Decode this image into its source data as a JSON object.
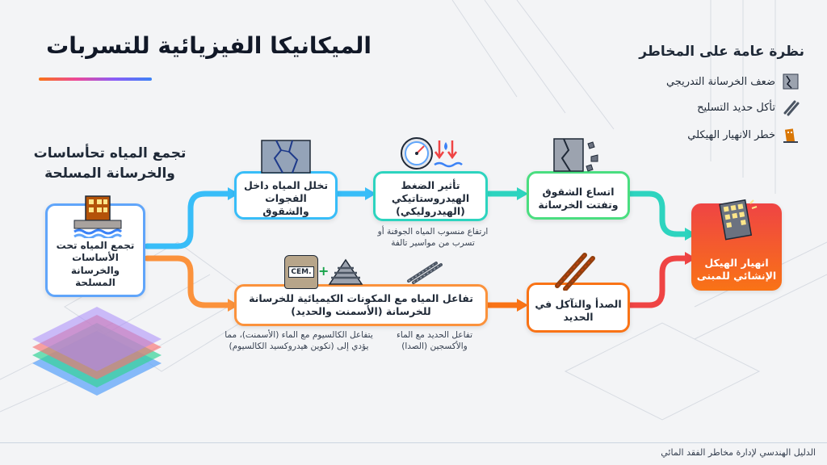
{
  "title": "الميكانيكا الفيزيائية للتسربات",
  "legend": {
    "heading": "نظرة عامة على المخاطر",
    "items": [
      {
        "label": "ضعف الخرسانة التدريجي",
        "icon": "cracked-wall-icon"
      },
      {
        "label": "تأكل حديد التسليح",
        "icon": "rebar-icon"
      },
      {
        "label": "خطر الانهيار الهيكلي",
        "icon": "collapsing-building-icon"
      }
    ]
  },
  "section_heading": "تجمع المياه تحأساسات والخرسانة المسلحة",
  "nodes": {
    "source": "تجمع المياه تحت الأساسات والخرسانة المسلحة",
    "infiltration": "تخلل المياه داخل الفجوات والشقوق",
    "pressure": "تأثير الضغط الهيدروستاتيكي (الهيدروليكي)",
    "cracks": "اتساع الشقوق وتفتت الخرسانة",
    "chemical": "تفاعل المياه مع المكونات الكيميائية للخرسانة للخرسانة (الأسمنت والحديد)",
    "rust": "الصدأ والتآكل في الحديد",
    "collapse": "انهيار الهيكل الإنشائي للمبنى"
  },
  "notes": {
    "pressure": "ارتفاع منسوب المياه الجوفنة أو تسرب من مواسير تالفة",
    "calcium": "يتفاعل الكالسيوم مع الماء (الأسمنت)، مما يؤدي إلى (تكوين هيدروكسيد الكالسيوم)",
    "iron": "تفاعل الحديد مع الماء والأكسجين (الصدا)"
  },
  "cement_label": "CEM.",
  "plus": "+",
  "footer": "الدليل الهندسي لإدارة مخاطر الفقد المائي",
  "colors": {
    "blue": "#38bdf8",
    "teal": "#2dd4bf",
    "green": "#4ade80",
    "orange": "#f97316",
    "red": "#ef4444",
    "collapse_top": "#ef4444",
    "collapse_bottom": "#f97316"
  }
}
